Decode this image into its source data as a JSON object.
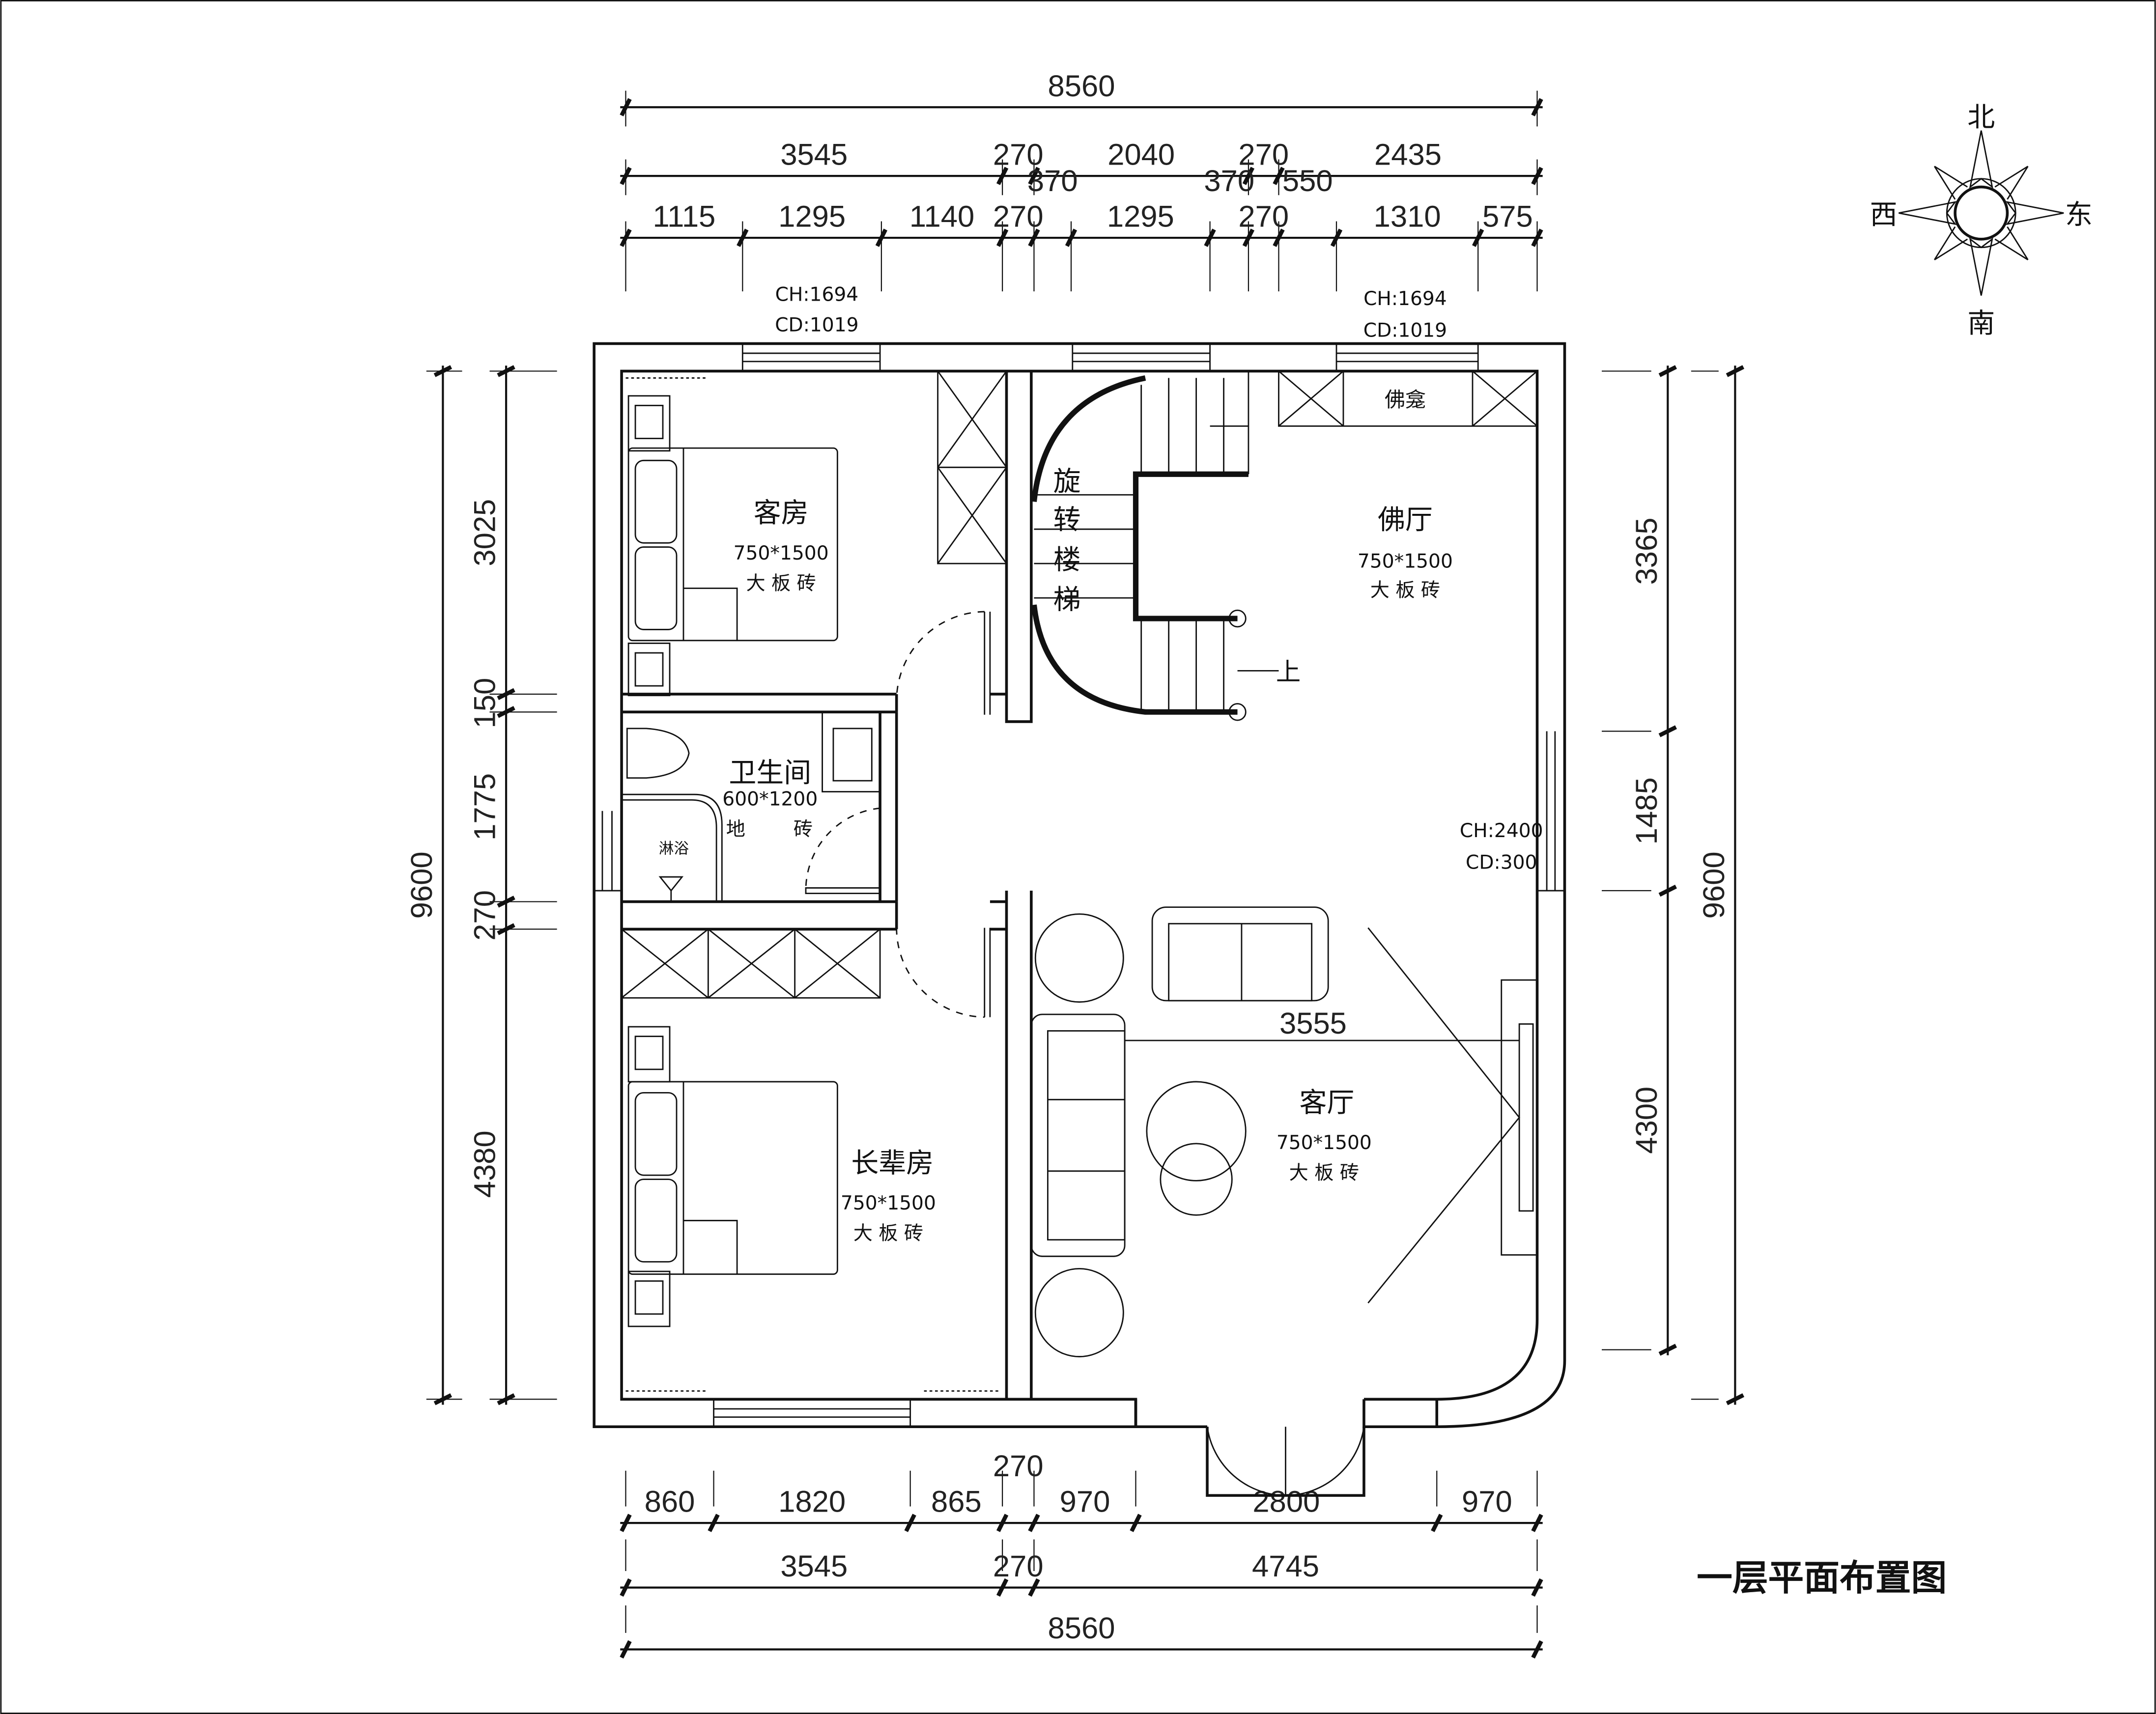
{
  "title": "一层平面布置图",
  "compass": {
    "north": "北",
    "south": "南",
    "west": "西",
    "east": "东"
  },
  "rooms": {
    "guest_room": {
      "name": "客房",
      "tile_size": "750*1500",
      "tile": "大 板 砖"
    },
    "buddha_hall": {
      "name": "佛厅",
      "tile_size": "750*1500",
      "tile": "大 板 砖"
    },
    "bathroom": {
      "name": "卫生间",
      "tile_size": "600*1200",
      "tile_a": "地",
      "tile_b": "砖",
      "shower": "淋浴"
    },
    "elder_room": {
      "name": "长辈房",
      "tile_size": "750*1500",
      "tile": "大 板 砖"
    },
    "living_room": {
      "name": "客厅",
      "tile_size": "750*1500",
      "tile": "大 板 砖",
      "tv_width": "3555"
    }
  },
  "stair": {
    "chars": [
      "旋",
      "转",
      "楼",
      "梯"
    ],
    "up": "上"
  },
  "shrine": "佛龛",
  "windows": {
    "guest_window": {
      "ch": "CH:1694",
      "cd": "CD:1019"
    },
    "hall_window": {
      "ch": "CH:1694",
      "cd": "CD:1019"
    },
    "east_window": {
      "ch": "CH:2400",
      "cd": "CD:300"
    }
  },
  "dimensions": {
    "top_total": [
      "8560"
    ],
    "top_mid": [
      "3545",
      "270",
      "2040",
      "270",
      "2435"
    ],
    "top_detail": [
      "1115",
      "1295",
      "1140",
      "270",
      "370",
      "1295",
      "370",
      "270",
      "550",
      "1310",
      "575"
    ],
    "bottom_detail": [
      "860",
      "1820",
      "865",
      "270",
      "970",
      "2800",
      "970"
    ],
    "bottom_mid": [
      "3545",
      "270",
      "4745"
    ],
    "bottom_total": [
      "8560"
    ],
    "left_total": [
      "9600"
    ],
    "left_detail": [
      "3025",
      "150",
      "1775",
      "270",
      "4380"
    ],
    "right_total": [
      "9600"
    ],
    "right_detail": [
      "3365",
      "1485",
      "4300"
    ]
  }
}
